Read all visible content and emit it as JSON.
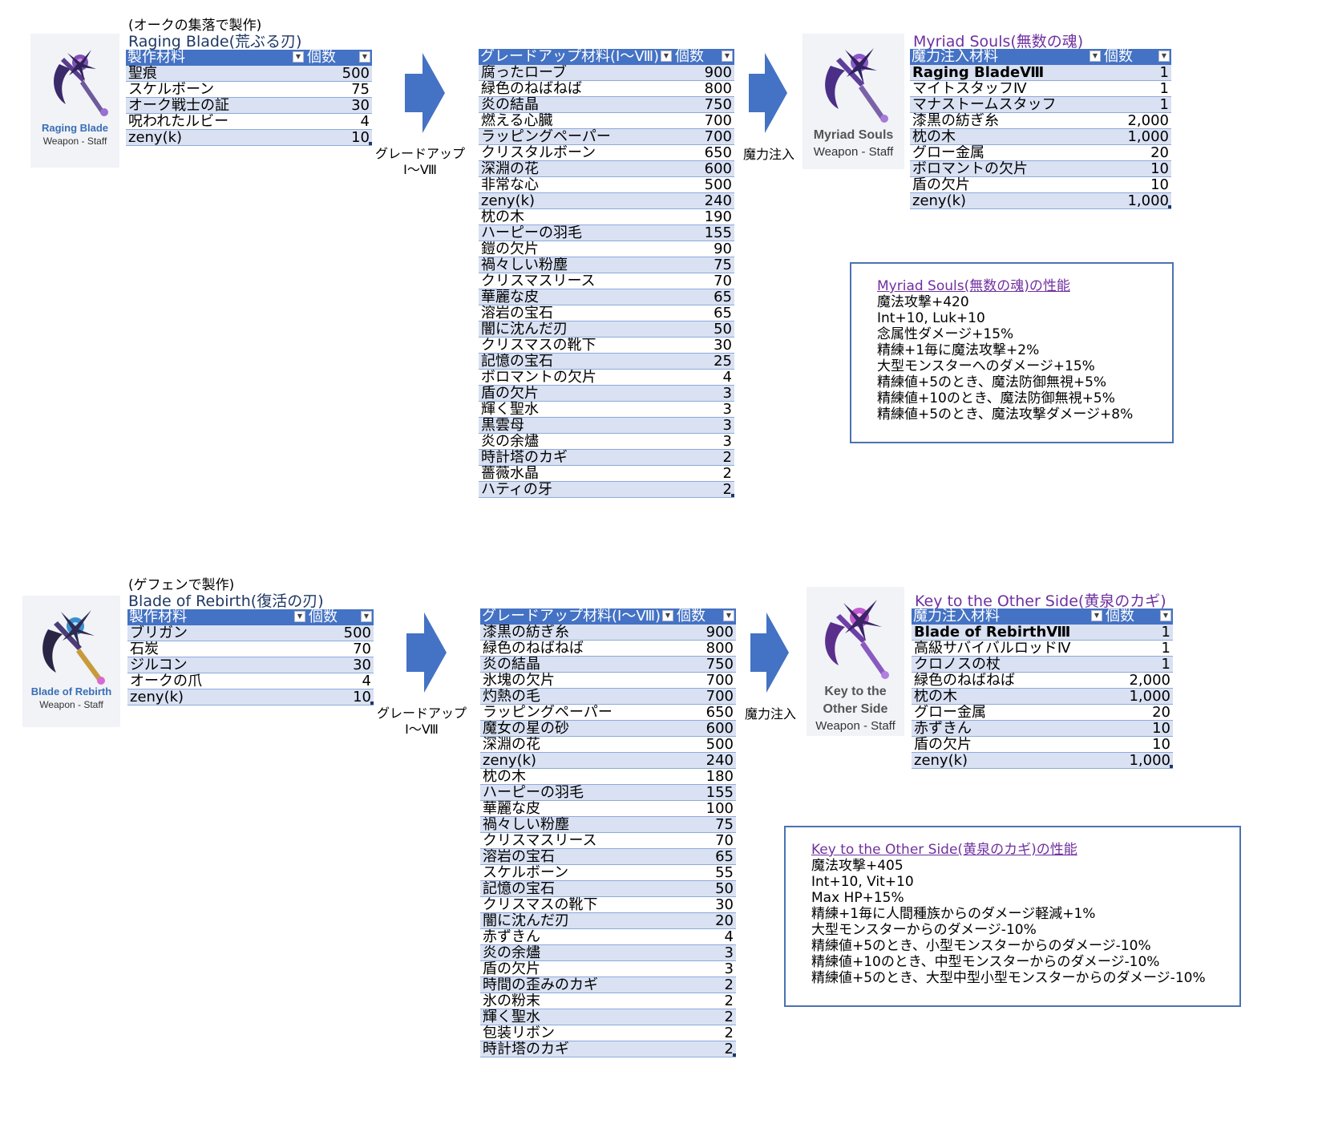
{
  "section1": {
    "caption": "(オークの集落で製作)",
    "title": "Raging Blade(荒ぶる刃)",
    "card1": {
      "name": "Raging Blade",
      "type": "Weapon - Staff"
    },
    "craft": {
      "headers": [
        "製作材料",
        "個数"
      ],
      "rows": [
        [
          "聖痕",
          "500"
        ],
        [
          "スケルボーン",
          "75"
        ],
        [
          "オーク戦士の証",
          "30"
        ],
        [
          "呪われたルビー",
          "4"
        ],
        [
          "zeny(k)",
          "10"
        ]
      ]
    },
    "arrow1_label": "グレードアップ\nⅠ～Ⅷ",
    "grade": {
      "headers": [
        "グレードアップ材料(Ⅰ～Ⅷ)",
        "個数"
      ],
      "rows": [
        [
          "腐ったローブ",
          "900"
        ],
        [
          "緑色のねばねば",
          "800"
        ],
        [
          "炎の結晶",
          "750"
        ],
        [
          "燃える心臓",
          "700"
        ],
        [
          "ラッピングペーパー",
          "700"
        ],
        [
          "クリスタルボーン",
          "650"
        ],
        [
          "深淵の花",
          "600"
        ],
        [
          "非常な心",
          "500"
        ],
        [
          "zeny(k)",
          "240"
        ],
        [
          "枕の木",
          "190"
        ],
        [
          "ハーピーの羽毛",
          "155"
        ],
        [
          "鎧の欠片",
          "90"
        ],
        [
          "禍々しい粉塵",
          "75"
        ],
        [
          "クリスマスリース",
          "70"
        ],
        [
          "華麗な皮",
          "65"
        ],
        [
          "溶岩の宝石",
          "65"
        ],
        [
          "闇に沈んだ刃",
          "50"
        ],
        [
          "クリスマスの靴下",
          "30"
        ],
        [
          "記憶の宝石",
          "25"
        ],
        [
          "ボロマントの欠片",
          "4"
        ],
        [
          "盾の欠片",
          "3"
        ],
        [
          "輝く聖水",
          "3"
        ],
        [
          "黒雲母",
          "3"
        ],
        [
          "炎の余燼",
          "3"
        ],
        [
          "時計塔のカギ",
          "2"
        ],
        [
          "薔薇水晶",
          "2"
        ],
        [
          "ハティの牙",
          "2"
        ]
      ]
    },
    "arrow2_label": "魔力注入",
    "card2": {
      "name": "Myriad Souls",
      "type": "Weapon - Staff"
    },
    "result_title": "Myriad Souls(無数の魂)",
    "infuse": {
      "headers": [
        "魔力注入材料",
        "個数"
      ],
      "rows": [
        [
          "Raging BladeⅧ",
          "1"
        ],
        [
          "マイトスタッフⅣ",
          "1"
        ],
        [
          "マナストームスタッフ",
          "1"
        ],
        [
          "漆黒の紡ぎ糸",
          "2,000"
        ],
        [
          "枕の木",
          "1,000"
        ],
        [
          "グロー金属",
          "20"
        ],
        [
          "ボロマントの欠片",
          "10"
        ],
        [
          "盾の欠片",
          "10"
        ],
        [
          "zeny(k)",
          "1,000"
        ]
      ]
    },
    "stats": {
      "title": "Myriad Souls(無数の魂)の性能",
      "lines": [
        "魔法攻撃+420",
        "Int+10, Luk+10",
        "念属性ダメージ+15%",
        "精練+1毎に魔法攻撃+2%",
        "大型モンスターへのダメージ+15%",
        "精練値+5のとき、魔法防御無視+5%",
        "精練値+10のとき、魔法防御無視+5%",
        "精練値+5のとき、魔法攻撃ダメージ+8%"
      ]
    }
  },
  "section2": {
    "caption": "(ゲフェンで製作)",
    "title": "Blade of Rebirth(復活の刃)",
    "card1": {
      "name": "Blade of Rebirth",
      "type": "Weapon - Staff"
    },
    "craft": {
      "headers": [
        "製作材料",
        "個数"
      ],
      "rows": [
        [
          "ブリガン",
          "500"
        ],
        [
          "石炭",
          "70"
        ],
        [
          "ジルコン",
          "30"
        ],
        [
          "オークの爪",
          "4"
        ],
        [
          "zeny(k)",
          "10"
        ]
      ]
    },
    "arrow1_label": "グレードアップ\nⅠ～Ⅷ",
    "grade": {
      "headers": [
        "グレードアップ材料(Ⅰ～Ⅷ)",
        "個数"
      ],
      "rows": [
        [
          "漆黒の紡ぎ糸",
          "900"
        ],
        [
          "緑色のねばねば",
          "800"
        ],
        [
          "炎の結晶",
          "750"
        ],
        [
          "氷塊の欠片",
          "700"
        ],
        [
          "灼熱の毛",
          "700"
        ],
        [
          "ラッピングペーパー",
          "650"
        ],
        [
          "魔女の星の砂",
          "600"
        ],
        [
          "深淵の花",
          "500"
        ],
        [
          "zeny(k)",
          "240"
        ],
        [
          "枕の木",
          "180"
        ],
        [
          "ハーピーの羽毛",
          "155"
        ],
        [
          "華麗な皮",
          "100"
        ],
        [
          "禍々しい粉塵",
          "75"
        ],
        [
          "クリスマスリース",
          "70"
        ],
        [
          "溶岩の宝石",
          "65"
        ],
        [
          "スケルボーン",
          "55"
        ],
        [
          "記憶の宝石",
          "50"
        ],
        [
          "クリスマスの靴下",
          "30"
        ],
        [
          "闇に沈んだ刃",
          "20"
        ],
        [
          "赤ずきん",
          "4"
        ],
        [
          "炎の余燼",
          "3"
        ],
        [
          "盾の欠片",
          "3"
        ],
        [
          "時間の歪みのカギ",
          "2"
        ],
        [
          "氷の粉末",
          "2"
        ],
        [
          "輝く聖水",
          "2"
        ],
        [
          "包装リボン",
          "2"
        ],
        [
          "時計塔のカギ",
          "2"
        ]
      ]
    },
    "arrow2_label": "魔力注入",
    "card2": {
      "name": "Key to the Other Side",
      "name_line1": "Key to the",
      "name_line2": "Other Side",
      "type": "Weapon - Staff"
    },
    "result_title": "Key to the Other Side(黄泉のカギ)",
    "infuse": {
      "headers": [
        "魔力注入材料",
        "個数"
      ],
      "rows": [
        [
          "Blade of RebirthⅧ",
          "1"
        ],
        [
          "高級サバイバルロッドⅣ",
          "1"
        ],
        [
          "クロノスの杖",
          "1"
        ],
        [
          "緑色のねばねば",
          "2,000"
        ],
        [
          "枕の木",
          "1,000"
        ],
        [
          "グロー金属",
          "20"
        ],
        [
          "赤ずきん",
          "10"
        ],
        [
          "盾の欠片",
          "10"
        ],
        [
          "zeny(k)",
          "1,000"
        ]
      ]
    },
    "stats": {
      "title": "Key to the Other Side(黄泉のカギ)の性能",
      "lines": [
        "魔法攻撃+405",
        "Int+10, Vit+10",
        "Max HP+15%",
        "精練+1毎に人間種族からのダメージ軽減+1%",
        "大型モンスターからのダメージ-10%",
        "精練値+5のとき、小型モンスターからのダメージ-10%",
        "精練値+10のとき、中型モンスターからのダメージ-10%",
        "精練値+5のとき、大型中型小型モンスターからのダメージ-10%"
      ]
    }
  },
  "colors": {
    "header_blue": "#4472c4",
    "band_blue": "#d9e1f2",
    "title_navy": "#1f3864",
    "title_purple": "#7030a0",
    "arrow_blue": "#4472c4"
  }
}
